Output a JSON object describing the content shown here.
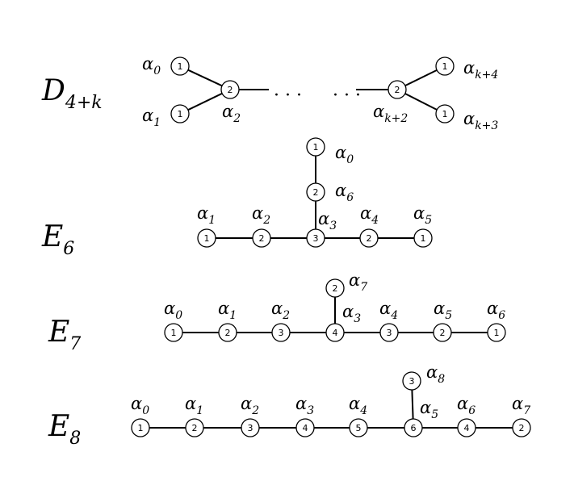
{
  "diagrams": [
    {
      "name": "D",
      "name_sub": "4+k",
      "nodes": [
        {
          "mult": "1",
          "label_sub": "0"
        },
        {
          "mult": "1",
          "label_sub": "1"
        },
        {
          "mult": "2",
          "label_sub": "2"
        },
        {
          "mult": "2",
          "label_sub": "k+2"
        },
        {
          "mult": "1",
          "label_sub": "k+4"
        },
        {
          "mult": "1",
          "label_sub": "k+3"
        }
      ],
      "root_symbol": "α",
      "ellipsis": "· · ·"
    },
    {
      "name": "E",
      "name_sub": "6",
      "nodes": [
        {
          "mult": "1",
          "label_sub": "1"
        },
        {
          "mult": "2",
          "label_sub": "2"
        },
        {
          "mult": "3",
          "label_sub": "3"
        },
        {
          "mult": "2",
          "label_sub": "4"
        },
        {
          "mult": "1",
          "label_sub": "5"
        },
        {
          "mult": "2",
          "label_sub": "6"
        },
        {
          "mult": "1",
          "label_sub": "0"
        }
      ],
      "root_symbol": "α"
    },
    {
      "name": "E",
      "name_sub": "7",
      "nodes": [
        {
          "mult": "1",
          "label_sub": "0"
        },
        {
          "mult": "2",
          "label_sub": "1"
        },
        {
          "mult": "3",
          "label_sub": "2"
        },
        {
          "mult": "4",
          "label_sub": "3"
        },
        {
          "mult": "3",
          "label_sub": "4"
        },
        {
          "mult": "2",
          "label_sub": "5"
        },
        {
          "mult": "1",
          "label_sub": "6"
        },
        {
          "mult": "2",
          "label_sub": "7"
        }
      ],
      "root_symbol": "α"
    },
    {
      "name": "E",
      "name_sub": "8",
      "nodes": [
        {
          "mult": "1",
          "label_sub": "0"
        },
        {
          "mult": "2",
          "label_sub": "1"
        },
        {
          "mult": "3",
          "label_sub": "2"
        },
        {
          "mult": "4",
          "label_sub": "3"
        },
        {
          "mult": "5",
          "label_sub": "4"
        },
        {
          "mult": "6",
          "label_sub": "5"
        },
        {
          "mult": "4",
          "label_sub": "6"
        },
        {
          "mult": "2",
          "label_sub": "7"
        },
        {
          "mult": "3",
          "label_sub": "8"
        }
      ],
      "root_symbol": "α"
    }
  ]
}
